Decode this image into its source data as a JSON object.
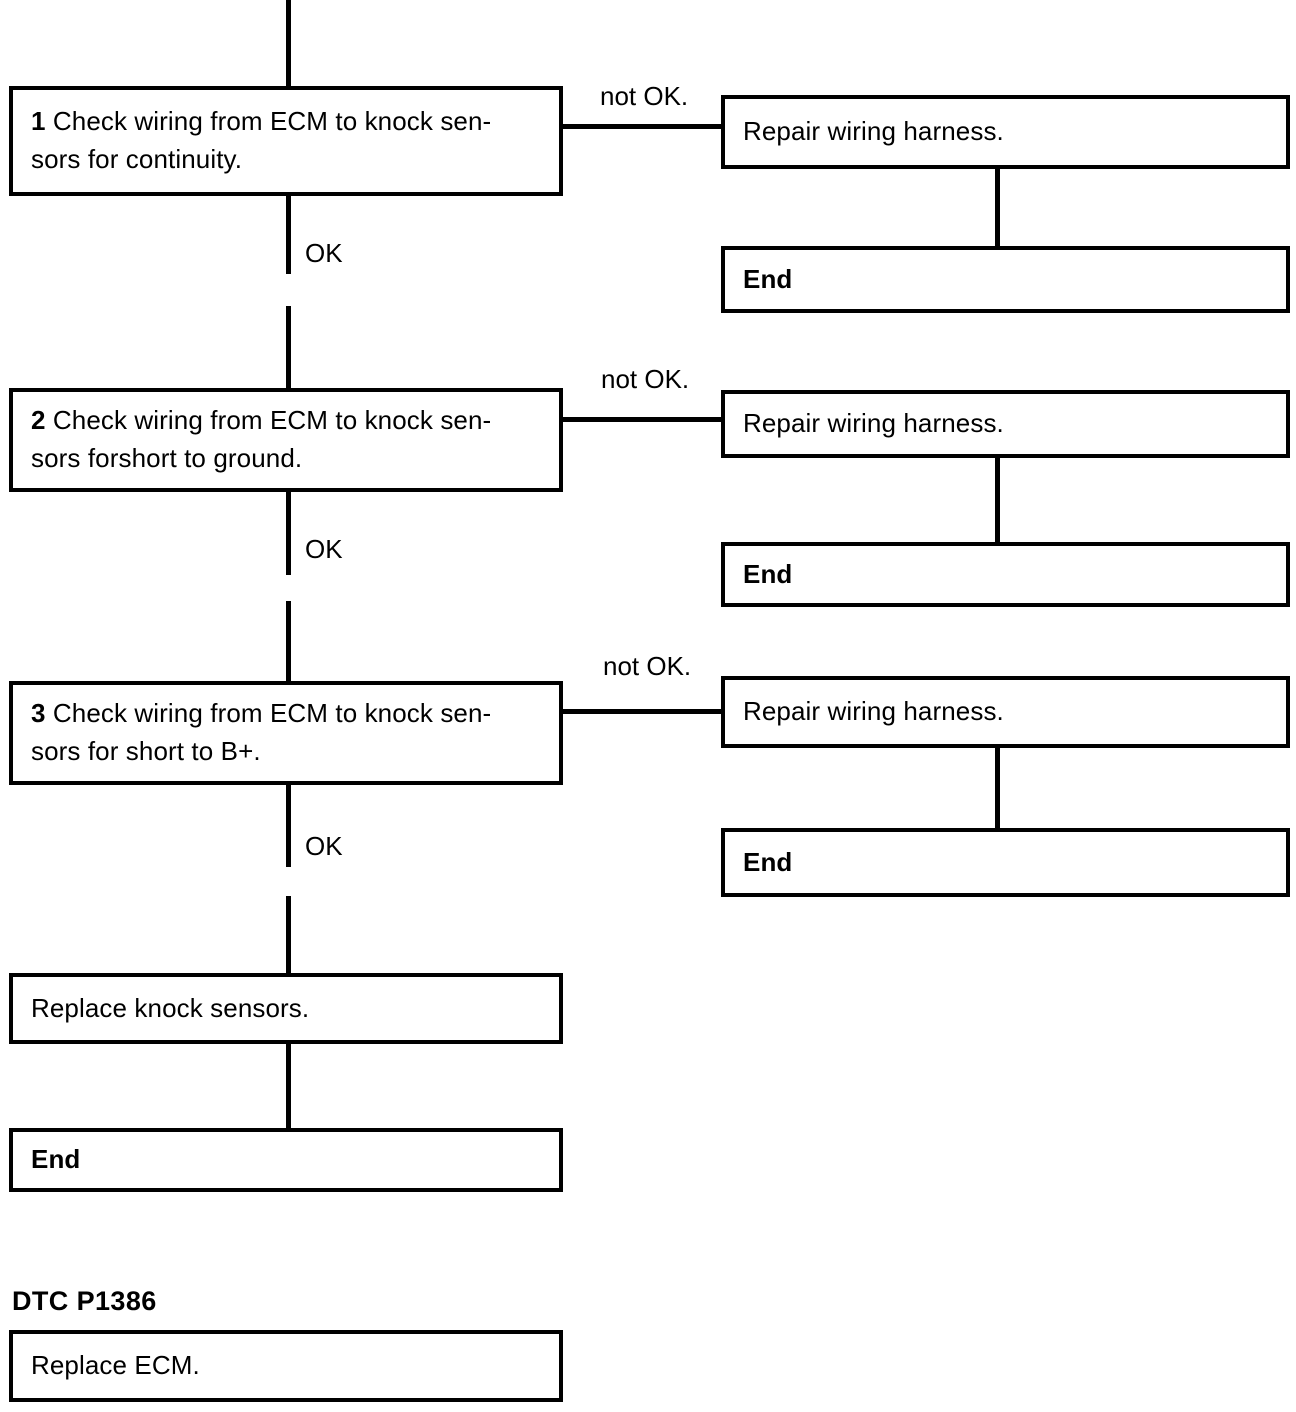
{
  "document": {
    "type": "diagnostic-troubleshooting-flowchart",
    "entry_connector": "incoming line from previous page"
  },
  "flow": {
    "steps": [
      {
        "id": "step-1",
        "number": "1",
        "text": "Check wiring from ECM to knock sen-\nsors for continuity.",
        "ok_label": "OK",
        "not_ok_label": "not OK.",
        "branch": {
          "action": "Repair wiring harness.",
          "terminator": "End"
        }
      },
      {
        "id": "step-2",
        "number": "2",
        "text": "Check wiring from ECM to knock sen-\nsors forshort to ground.",
        "ok_label": "OK",
        "not_ok_label": "not OK.",
        "branch": {
          "action": "Repair wiring harness.",
          "terminator": "End"
        }
      },
      {
        "id": "step-3",
        "number": "3",
        "text": "Check wiring from ECM to knock sen-\nsors for short to B+.",
        "ok_label": "OK",
        "not_ok_label": "not OK.",
        "branch": {
          "action": "Repair wiring harness.",
          "terminator": "End"
        }
      }
    ],
    "final_action": "Replace knock sensors.",
    "final_terminator": "End"
  },
  "next_section": {
    "heading": "DTC P1386",
    "first_action": "Replace ECM."
  },
  "colors": {
    "ink": "#000000",
    "paper": "#ffffff"
  }
}
